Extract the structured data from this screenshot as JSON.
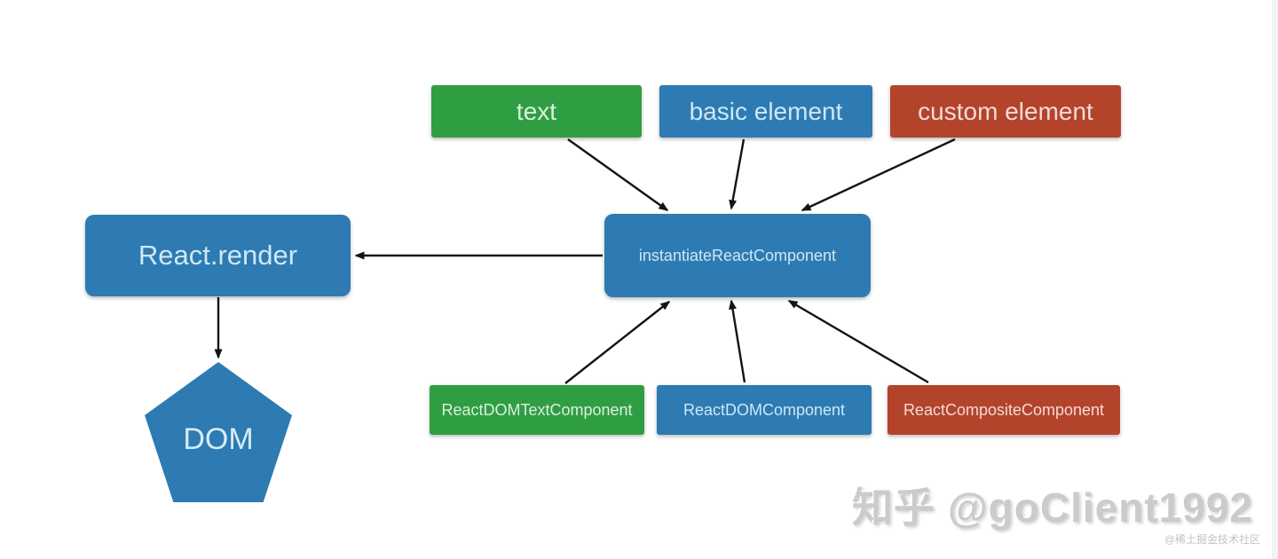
{
  "colors": {
    "node_green": "#2f9e43",
    "node_blue": "#2d7bb2",
    "node_red": "#b4432c",
    "arrow": "#141414",
    "background": "#ffffff",
    "watermark_gray": "#cbcbcb"
  },
  "diagram": {
    "top_row": [
      {
        "label": "text",
        "color": "#2f9e43"
      },
      {
        "label": "basic element",
        "color": "#2d7bb2"
      },
      {
        "label": "custom element",
        "color": "#b4432c"
      }
    ],
    "center_node": {
      "label": "instantiateReactComponent",
      "color": "#2d7bb2"
    },
    "render_node": {
      "label": "React.render",
      "color": "#2d7bb2"
    },
    "dom_node": {
      "label": "DOM",
      "color": "#2d7bb2"
    },
    "bottom_row": [
      {
        "label": "ReactDOMTextComponent",
        "color": "#2f9e43"
      },
      {
        "label": "ReactDOMComponent",
        "color": "#2d7bb2"
      },
      {
        "label": "ReactCompositeComponent",
        "color": "#b4432c"
      }
    ],
    "edges": [
      {
        "from": "text",
        "to": "instantiateReactComponent"
      },
      {
        "from": "basic element",
        "to": "instantiateReactComponent"
      },
      {
        "from": "custom element",
        "to": "instantiateReactComponent"
      },
      {
        "from": "instantiateReactComponent",
        "to": "React.render"
      },
      {
        "from": "React.render",
        "to": "DOM"
      },
      {
        "from": "ReactDOMTextComponent",
        "to": "instantiateReactComponent"
      },
      {
        "from": "ReactDOMComponent",
        "to": "instantiateReactComponent"
      },
      {
        "from": "ReactCompositeComponent",
        "to": "instantiateReactComponent"
      }
    ]
  },
  "watermark": {
    "main": "知乎 @goClient1992",
    "sub": "@稀土掘金技术社区"
  }
}
